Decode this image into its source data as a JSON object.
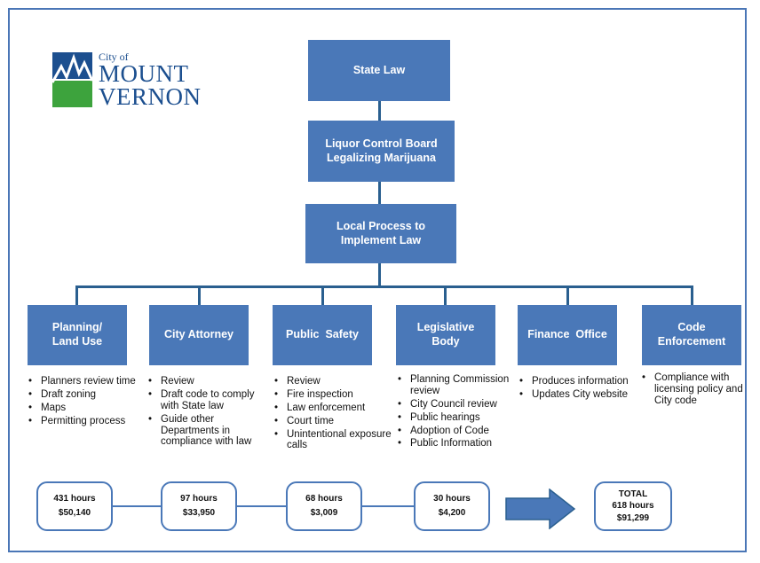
{
  "logo": {
    "line1": "City of",
    "line2": "MOUNT",
    "line3": "VERNON"
  },
  "hierarchy": {
    "state_law": "State Law",
    "liquor_board_line1": "Liquor Control Board",
    "liquor_board_line2": "Legalizing Marijuana",
    "local_process_line1": "Local Process to",
    "local_process_line2": "Implement Law"
  },
  "departments": [
    {
      "title_line1": "Planning/",
      "title_line2": "Land Use",
      "bullets": [
        "Planners review time",
        "Draft zoning",
        "Maps",
        "Permitting process"
      ],
      "hours": "431 hours",
      "cost": "$50,140"
    },
    {
      "title_line1": "City Attorney",
      "title_line2": "",
      "bullets": [
        "Review",
        "Draft code to comply with State law",
        "Guide other Departments in compliance with law"
      ],
      "hours": "97 hours",
      "cost": "$33,950"
    },
    {
      "title_line1": "Public  Safety",
      "title_line2": "",
      "bullets": [
        "Review",
        "Fire inspection",
        "Law enforcement",
        "Court time",
        "Unintentional exposure calls"
      ],
      "hours": "68 hours",
      "cost": "$3,009"
    },
    {
      "title_line1": "Legislative",
      "title_line2": "Body",
      "bullets": [
        "Planning Commission review",
        "City Council review",
        "Public hearings",
        "Adoption of Code",
        "Public Information"
      ],
      "hours": "30 hours",
      "cost": "$4,200"
    },
    {
      "title_line1": "Finance  Office",
      "title_line2": "",
      "bullets": [
        "Produces information",
        "Updates City website"
      ]
    },
    {
      "title_line1": "Code",
      "title_line2": "Enforcement",
      "bullets": [
        "Compliance with licensing policy and City code"
      ]
    }
  ],
  "total": {
    "label": "TOTAL",
    "hours": "618 hours",
    "cost": "$91,299"
  },
  "colors": {
    "box_fill": "#4a78b8",
    "connector": "#2a5f8f",
    "frame": "#4a76b6",
    "logo_blue": "#1c4f8f",
    "logo_green": "#3da33d"
  }
}
